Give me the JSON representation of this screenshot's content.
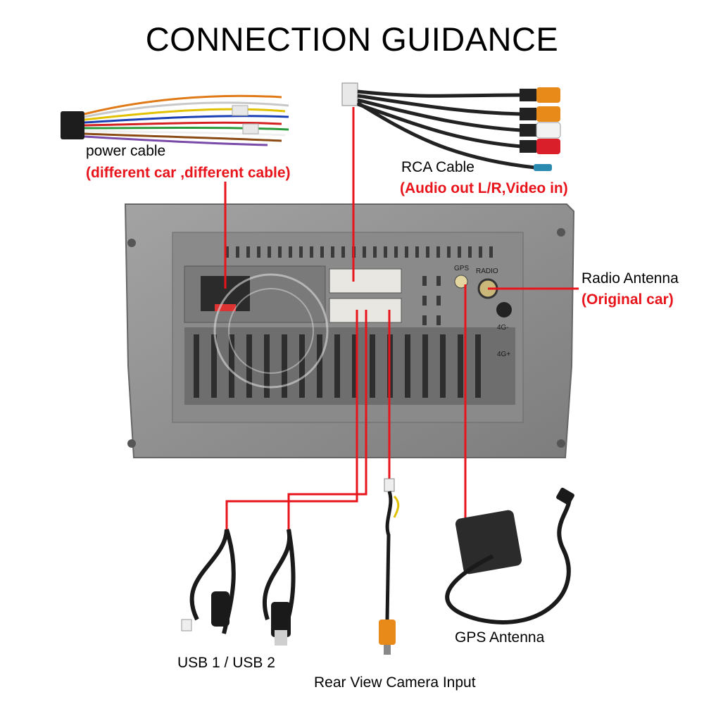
{
  "title": "CONNECTION GUIDANCE",
  "labels": {
    "power_cable": "power cable",
    "power_cable_note": "(different car ,different cable)",
    "rca_cable": "RCA Cable",
    "rca_cable_note": "(Audio out L/R,Video in)",
    "radio_antenna": "Radio Antenna",
    "radio_antenna_note": "(Original car)",
    "gps_antenna": "GPS Antenna",
    "usb": "USB 1 / USB 2",
    "rear_camera": "Rear View Camera Input"
  },
  "unit_markings": {
    "gps": "GPS",
    "radio": "RADIO",
    "port_4g_minus": "4G-",
    "port_4g_plus": "4G+"
  },
  "colors": {
    "leader_line": "#e8141b",
    "chassis": "#8f8f8f",
    "rca_orange": "#e88a1a",
    "rca_red": "#d81f2a"
  }
}
